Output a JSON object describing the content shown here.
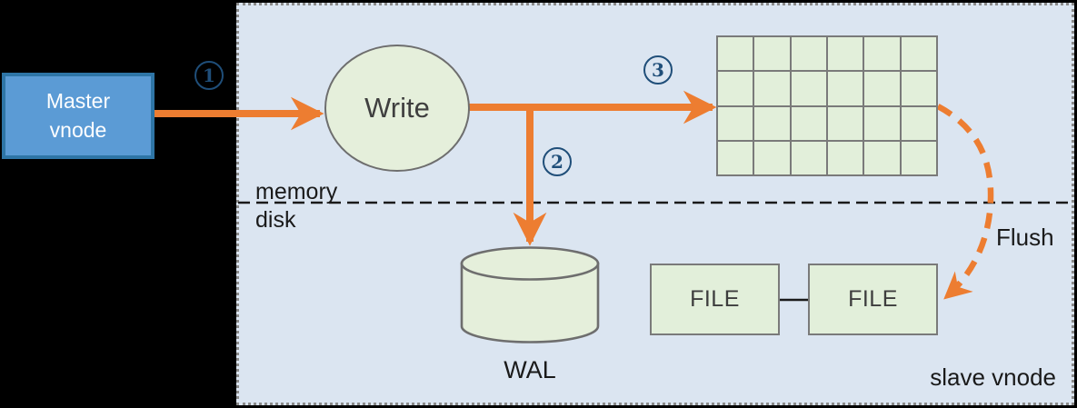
{
  "panel": {
    "label": "slave vnode"
  },
  "nodes": {
    "master": {
      "label": "Master vnode"
    },
    "write": {
      "label": "Write"
    },
    "wal": {
      "label": "WAL"
    },
    "files": [
      {
        "label": "FILE"
      },
      {
        "label": "FILE"
      }
    ],
    "memtable_grid": {
      "rows": 4,
      "cols": 6
    }
  },
  "labels": {
    "memory": "memory",
    "disk": "disk",
    "flush": "Flush"
  },
  "steps": [
    "1",
    "2",
    "3"
  ],
  "colors": {
    "arrow": "#ed7d31",
    "step_badge": "#1f4e79",
    "panel_fill": "#dbe5f1",
    "panel_border": "#8a8a8a",
    "node_fill": "#e5efdb",
    "node_border": "#6e6e6e",
    "grid_fill": "#e2efda",
    "grid_line": "#7a7a7a",
    "master_fill": "#5b9bd5",
    "master_border": "#2e75a6",
    "background": "#000000",
    "text": "#1a1a1a"
  }
}
